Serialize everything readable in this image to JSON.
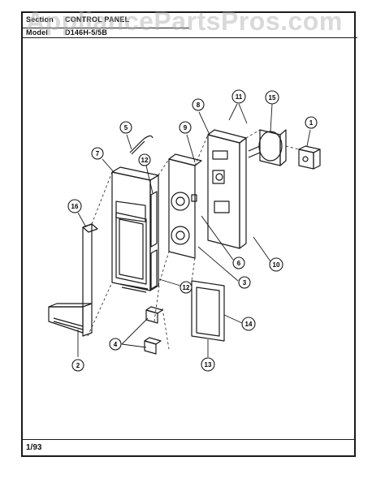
{
  "header": {
    "section_label": "Section",
    "section_value": "CONTROL PANEL",
    "model_label": "Model",
    "model_value": "D146H-5/5B"
  },
  "footer": {
    "date": "1/93"
  },
  "watermark": "AppliancePartsPros.com",
  "callouts": [
    "1",
    "2",
    "3",
    "4",
    "5",
    "6",
    "7",
    "8",
    "9",
    "10",
    "11",
    "12",
    "13",
    "14",
    "15",
    "16"
  ],
  "colors": {
    "line": "#1a1a1a",
    "watermark": "#aaaaaa"
  }
}
